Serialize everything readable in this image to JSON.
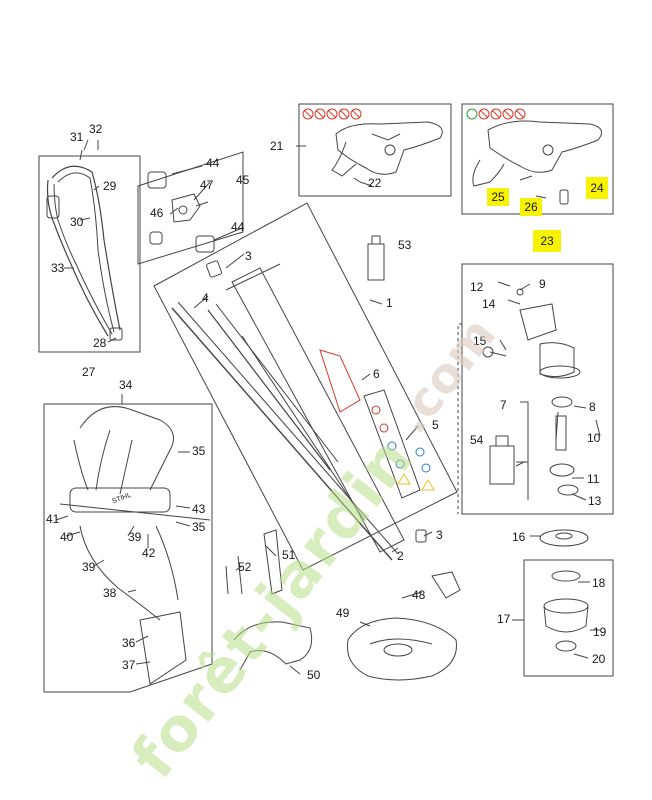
{
  "diagram": {
    "part_numbers": {
      "p1": "1",
      "p2": "2",
      "p3a": "3",
      "p3b": "3",
      "p4": "4",
      "p5": "5",
      "p6": "6",
      "p7": "7",
      "p8": "8",
      "p9": "9",
      "p10": "10",
      "p11": "11",
      "p12": "12",
      "p13": "13",
      "p14": "14",
      "p15": "15",
      "p16": "16",
      "p17": "17",
      "p18": "18",
      "p19": "19",
      "p20": "20",
      "p21": "21",
      "p22": "22",
      "p23": "23",
      "p24": "24",
      "p25": "25",
      "p26": "26",
      "p27": "27",
      "p28": "28",
      "p29": "29",
      "p30": "30",
      "p31": "31",
      "p32": "32",
      "p33": "33",
      "p34": "34",
      "p35a": "35",
      "p35b": "35",
      "p36": "36",
      "p37": "37",
      "p38": "38",
      "p39a": "39",
      "p39b": "39",
      "p40": "40",
      "p41": "41",
      "p42": "42",
      "p43": "43",
      "p44a": "44",
      "p44b": "44",
      "p45": "45",
      "p46": "46",
      "p47": "47",
      "p48": "48",
      "p49": "49",
      "p50": "50",
      "p51": "51",
      "p52": "52",
      "p53": "53",
      "p54": "54"
    },
    "harness_brand": "STIHL",
    "watermark": {
      "text_main": "forêt-jardin",
      "text_suffix": ".com",
      "color_green": "#b8e08a",
      "color_orange": "#f5b04a",
      "color_gray": "#d9cdbf"
    },
    "colors": {
      "line": "#444444",
      "highlight": "#f7f200",
      "warning_red": "#d43a2a",
      "info_blue": "#2a7fd4",
      "caution_yellow": "#f0c020"
    }
  }
}
